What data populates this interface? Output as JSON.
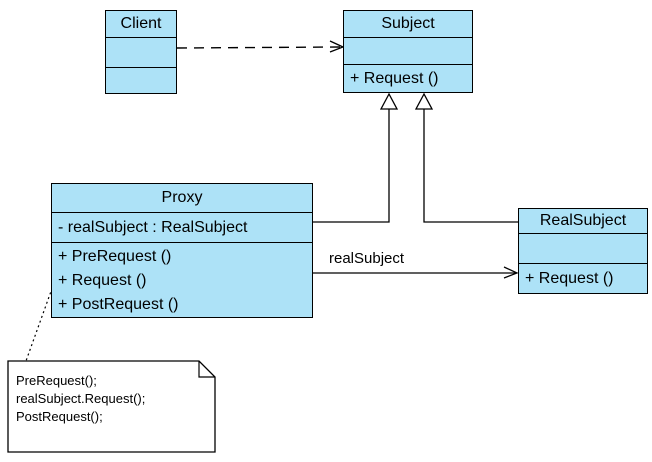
{
  "diagram": {
    "kind": "uml-class-diagram",
    "classes": {
      "client": {
        "name": "Client",
        "attributes": [],
        "methods": []
      },
      "subject": {
        "name": "Subject",
        "attributes": [],
        "methods": [
          "+ Request ()"
        ]
      },
      "proxy": {
        "name": "Proxy",
        "attributes": [
          "- realSubject : RealSubject"
        ],
        "methods": [
          "+ PreRequest ()",
          "+ Request ()",
          "+ PostRequest ()"
        ]
      },
      "real_subject": {
        "name": "RealSubject",
        "attributes": [],
        "methods": [
          "+ Request ()"
        ]
      }
    },
    "relationships": {
      "client_to_subject": {
        "type": "dependency",
        "style": "dashed-open-arrow"
      },
      "proxy_to_subject": {
        "type": "generalization",
        "style": "hollow-triangle"
      },
      "realsubject_to_subject": {
        "type": "generalization",
        "style": "hollow-triangle"
      },
      "proxy_to_realsubject": {
        "type": "association",
        "label": "realSubject"
      }
    },
    "note": {
      "lines": [
        "PreRequest();",
        "realSubject.Request();",
        "PostRequest();"
      ]
    },
    "colors": {
      "class_fill": "#ADE2F7",
      "line_color": "#000000",
      "note_fill": "#FFFFFF",
      "background": "#FFFFFF"
    }
  }
}
